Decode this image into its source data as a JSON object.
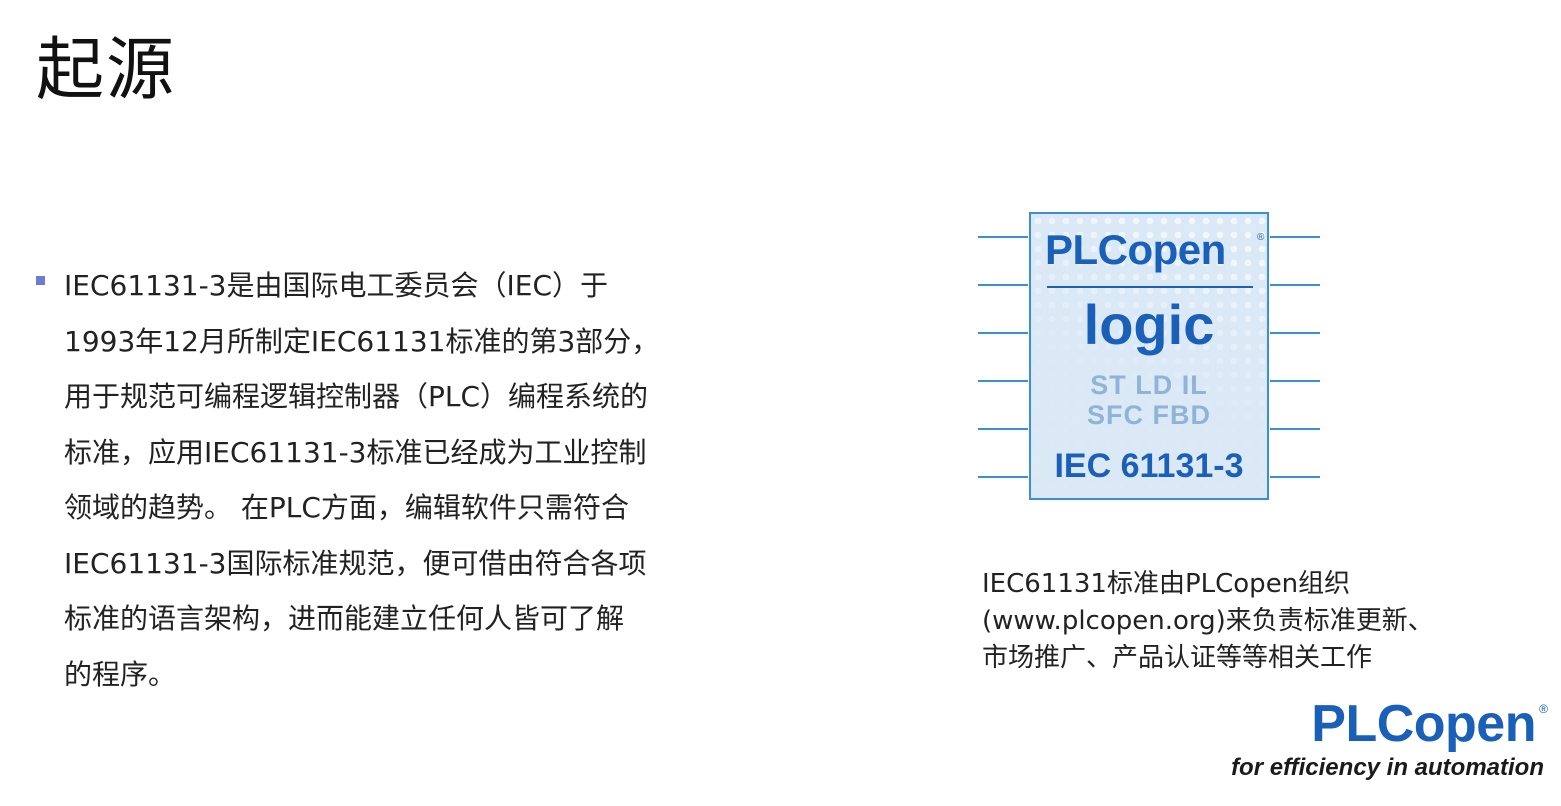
{
  "title": "起源",
  "bullet": {
    "lines": [
      "IEC61131-3是由国际电工委员会（IEC）于",
      "1993年12月所制定IEC61131标准的第3部分，",
      "用于规范可编程逻辑控制器（PLC）编程系统的",
      "标准，应用IEC61131-3标准已经成为工业控制",
      "领域的趋势。 在PLC方面，编辑软件只需符合",
      "IEC61131-3国际标准规范，便可借由符合各项",
      "标准的语言架构，进而能建立任何人皆可了解",
      "的程序。"
    ]
  },
  "chip_logo": {
    "brand": "PLCopen",
    "registered": "®",
    "product": "logic",
    "languages_line1": "ST  LD  IL",
    "languages_line2": "SFC  FBD",
    "standard": "IEC 61131-3"
  },
  "caption": {
    "lines": [
      "IEC61131标准由PLCopen组织",
      "(www.plcopen.org)来负责标准更新、",
      "市场推广、产品认证等等相关工作"
    ]
  },
  "corner_logo": {
    "brand": "PLCopen",
    "registered": "®",
    "tagline": "for efficiency in automation"
  },
  "colors": {
    "brand_blue": "#1a5fb8",
    "chip_border": "#3a8fd6",
    "bullet": "#6f7ad6"
  }
}
